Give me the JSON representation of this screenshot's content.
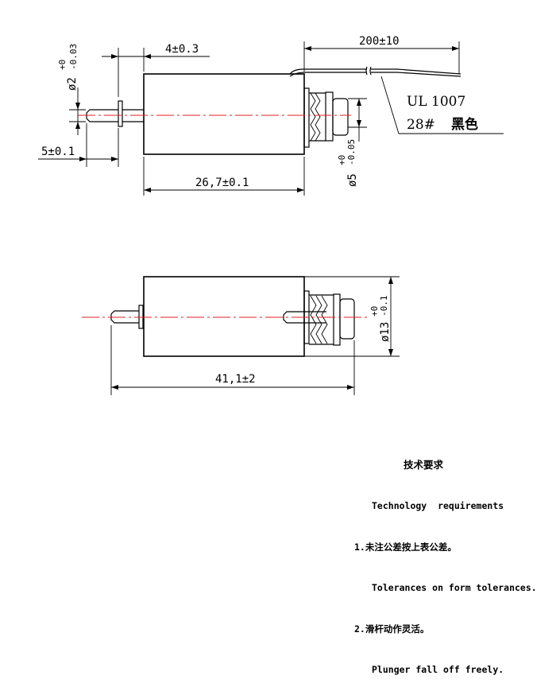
{
  "dimensions": {
    "wire_length": "200±10",
    "flange_offset": "4±0.3",
    "shaft_diameter": "ø2",
    "shaft_tol_upper": "+0",
    "shaft_tol_lower": "-0.03",
    "shaft_end_length": "5±0.1",
    "body_length": "26,7±0.1",
    "boss_diameter": "ø5",
    "boss_tol_upper": "+0",
    "boss_tol_lower": "-0.05",
    "overall_length": "41,1±2",
    "body_diameter": "ø13",
    "body_tol_upper": "+0",
    "body_tol_lower": "-0.1"
  },
  "wire": {
    "spec": "UL 1007",
    "gauge": "28#",
    "color": "黑色"
  },
  "notes": {
    "title": "技术要求",
    "title_en": "Technology  requirements",
    "item1": "1.未注公差按上表公差。",
    "item1_en": "Tolerances on form tolerances.",
    "item2": "2.滑杆动作灵活。",
    "item2_en": "Plunger fall off freely."
  }
}
